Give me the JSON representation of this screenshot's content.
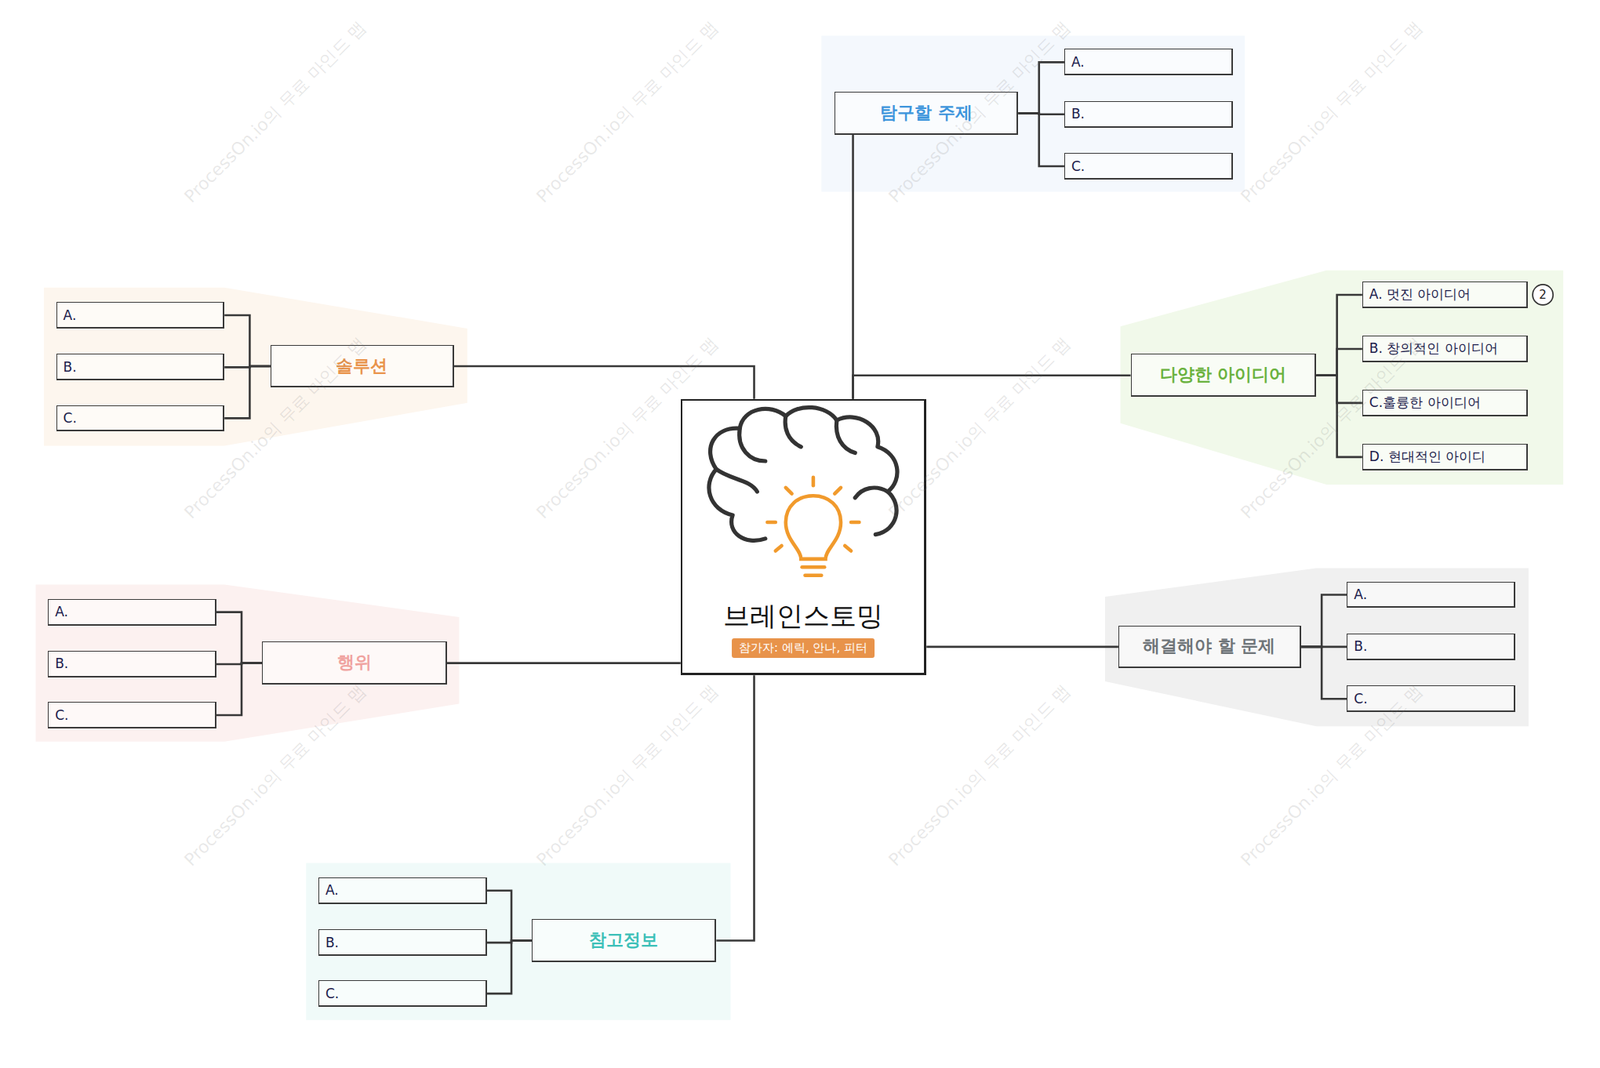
{
  "diagram": {
    "nodes": [
      {
        "text": [
          "브레인스토밍",
          "참가자: 에릭, 안나, 피터"
        ]
      },
      {
        "text": [
          "탐구할 주제"
        ]
      },
      {
        "text": [
          "A."
        ]
      },
      {
        "text": [
          "B."
        ]
      },
      {
        "text": [
          "C."
        ]
      },
      {
        "text": [
          "다양한 아이디어"
        ]
      },
      {
        "text": [
          "A. 멋진 아이디어"
        ]
      },
      {
        "text": [
          "B. 창의적인 아이디어"
        ]
      },
      {
        "text": [
          "C.훌륭한 아이디어"
        ]
      },
      {
        "text": [
          "D. 현대적인 아이디"
        ]
      },
      {
        "text": [
          "해결해야 할 문제"
        ]
      },
      {
        "text": [
          "A."
        ]
      },
      {
        "text": [
          "B."
        ]
      },
      {
        "text": [
          "C."
        ]
      },
      {
        "text": [
          "참고정보"
        ]
      },
      {
        "text": [
          "A."
        ]
      },
      {
        "text": [
          "B."
        ]
      },
      {
        "text": [
          "C."
        ]
      },
      {
        "text": [
          "행위"
        ]
      },
      {
        "text": [
          "A."
        ]
      },
      {
        "text": [
          "B."
        ]
      },
      {
        "text": [
          "C."
        ]
      },
      {
        "text": [
          "솔루션"
        ]
      },
      {
        "text": [
          "A."
        ]
      },
      {
        "text": [
          "B."
        ]
      },
      {
        "text": [
          "C."
        ]
      }
    ],
    "edges": [
      {
        "from": 0,
        "to": 1,
        "arrow": "none"
      },
      {
        "from": 1,
        "to": 2,
        "arrow": "none"
      },
      {
        "from": 1,
        "to": 3,
        "arrow": "none"
      },
      {
        "from": 1,
        "to": 4,
        "arrow": "none"
      },
      {
        "from": 0,
        "to": 5,
        "arrow": "none"
      },
      {
        "from": 5,
        "to": 6,
        "arrow": "none"
      },
      {
        "from": 5,
        "to": 7,
        "arrow": "none"
      },
      {
        "from": 5,
        "to": 8,
        "arrow": "none"
      },
      {
        "from": 5,
        "to": 9,
        "arrow": "none"
      },
      {
        "from": 0,
        "to": 10,
        "arrow": "none"
      },
      {
        "from": 10,
        "to": 11,
        "arrow": "none"
      },
      {
        "from": 10,
        "to": 12,
        "arrow": "none"
      },
      {
        "from": 10,
        "to": 13,
        "arrow": "none"
      },
      {
        "from": 0,
        "to": 14,
        "arrow": "none"
      },
      {
        "from": 14,
        "to": 15,
        "arrow": "none"
      },
      {
        "from": 14,
        "to": 16,
        "arrow": "none"
      },
      {
        "from": 14,
        "to": 17,
        "arrow": "none"
      },
      {
        "from": 0,
        "to": 18,
        "arrow": "none"
      },
      {
        "from": 18,
        "to": 19,
        "arrow": "none"
      },
      {
        "from": 18,
        "to": 20,
        "arrow": "none"
      },
      {
        "from": 18,
        "to": 21,
        "arrow": "none"
      },
      {
        "from": 0,
        "to": 22,
        "arrow": "none"
      },
      {
        "from": 22,
        "to": 23,
        "arrow": "none"
      },
      {
        "from": 22,
        "to": 24,
        "arrow": "none"
      },
      {
        "from": 22,
        "to": 25,
        "arrow": "none"
      }
    ],
    "labels": [
      "2",
      "ProcessOn.io의 무료 마인드 맵",
      "ProcessOn.io의 무료 마인드 맵",
      "ProcessOn.io의 무료 마인드 맵",
      "ProcessOn.io의 무료 마인드 맵",
      "ProcessOn.io의 무료 마인드 맵",
      "ProcessOn.io의 무료 마인드 맵",
      "ProcessOn.io의 무료 마인드 맵",
      "ProcessOn.io의 무료 마인드 맵",
      "ProcessOn.io의 무료 마인드 맵",
      "ProcessOn.io의 무료 마인드 맵",
      "ProcessOn.io의 무료 마인드 맵",
      "ProcessOn.io의 무료 마인드 맵"
    ]
  }
}
